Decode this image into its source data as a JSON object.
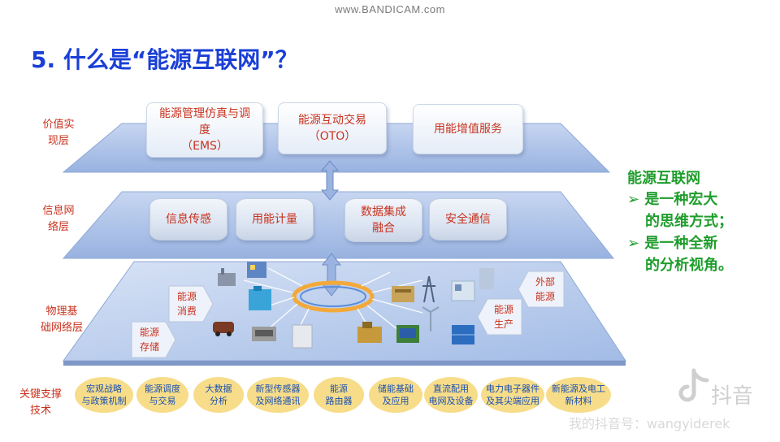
{
  "watermark_top": "www.BANDICAM.com",
  "title": "5. 什么是“能源互联网”？",
  "layers": {
    "value": "价值实\n现层",
    "info": "信息网\n络层",
    "physical": "物理基\n础网络层",
    "tech": "关键支撑\n技术"
  },
  "value_boxes": [
    {
      "line1": "能源管理仿真与调",
      "line2": "度",
      "line3": "（EMS）"
    },
    {
      "line1": "能源互动交易",
      "line2": "（OTO）"
    },
    {
      "line1": "用能增值服务"
    }
  ],
  "info_cyls": [
    "信息传感",
    "用能计量",
    "数据集成\n融合",
    "安全通信"
  ],
  "physical_tags": {
    "consume": "能源\n消费",
    "storage": "能源\n存储",
    "external": "外部\n能源",
    "produce": "能源\n生产"
  },
  "tech_items": [
    "宏观战略\n与政策机制",
    "能源调度\n与交易",
    "大数据\n分析",
    "新型传感器\n及网络通讯",
    "能源\n路由器",
    "储能基础\n及应用",
    "直流配用\n电网及设备",
    "电力电子器件\n及其尖端应用",
    "新能源及电工\n新材料"
  ],
  "right_panel": {
    "heading": "能源互联网",
    "point1_a": "是一种宏大",
    "point1_b": "的思维方式；",
    "point2_a": "是一种全新",
    "point2_b": "的分析视角。"
  },
  "watermark_tiktok": "抖音",
  "watermark_account": "我的抖音号：wangyiderek",
  "colors": {
    "title": "#1a3fd6",
    "label": "#c8321e",
    "green": "#1f9d2c",
    "plane": "#a9bfe6",
    "oval": "#f7dd8a"
  },
  "icons": [
    "tiktok-logo-icon",
    "arrow-up-down-icon",
    "building-icon",
    "car-icon",
    "wind-turbine-icon",
    "solar-panel-icon"
  ]
}
